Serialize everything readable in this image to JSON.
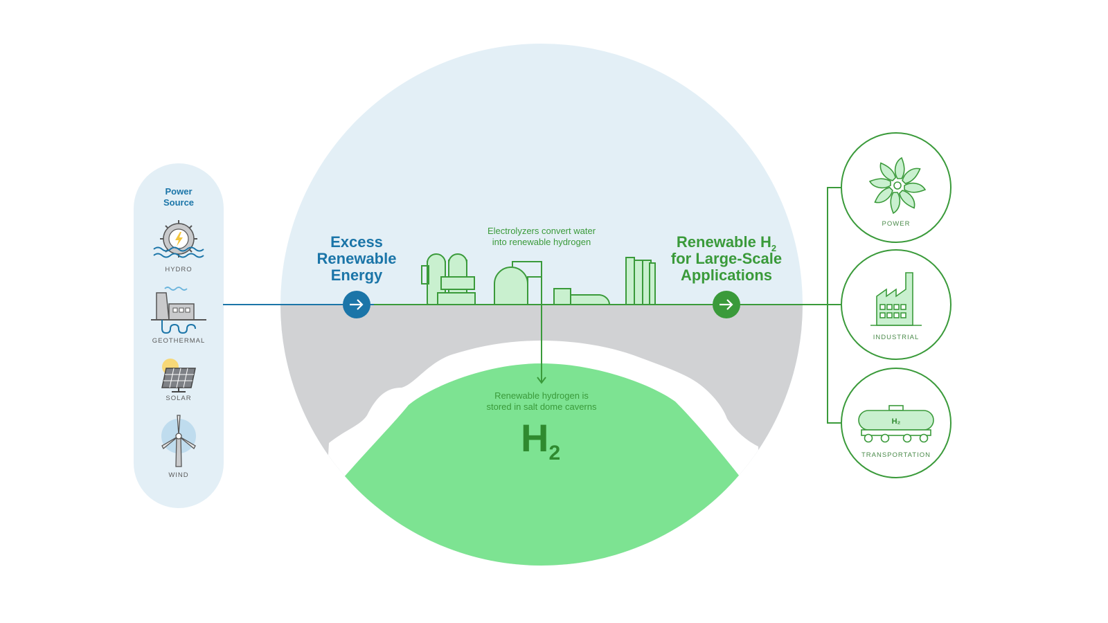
{
  "power_source": {
    "title_line1": "Power",
    "title_line2": "Source",
    "items": [
      {
        "label": "HYDRO",
        "icon": "hydro-icon"
      },
      {
        "label": "GEOTHERMAL",
        "icon": "geothermal-icon"
      },
      {
        "label": "SOLAR",
        "icon": "solar-icon"
      },
      {
        "label": "WIND",
        "icon": "wind-icon"
      }
    ]
  },
  "center": {
    "excess_line1": "Excess",
    "excess_line2": "Renewable",
    "excess_line3": "Energy",
    "electrolyzer_line1": "Electrolyzers convert water",
    "electrolyzer_line2": "into renewable hydrogen",
    "renewable_line1": "Renewable H",
    "renewable_line1_sub": "2",
    "renewable_line2": "for Large-Scale",
    "renewable_line3": "Applications",
    "storage_line1": "Renewable hydrogen is",
    "storage_line2": "stored in salt dome caverns",
    "h2_main": "H",
    "h2_sub": "2"
  },
  "applications": [
    {
      "label": "POWER",
      "icon": "turbine-icon"
    },
    {
      "label": "INDUSTRIAL",
      "icon": "factory-icon"
    },
    {
      "label": "TRANSPORTATION",
      "icon": "tank-car-icon",
      "badge": "H₂"
    }
  ],
  "colors": {
    "sky": "#e3eff6",
    "ground": "#d1d2d4",
    "cavern": "#7de392",
    "blue": "#1b75a8",
    "green": "#3a9a3a",
    "panel": "#e3eff6"
  }
}
